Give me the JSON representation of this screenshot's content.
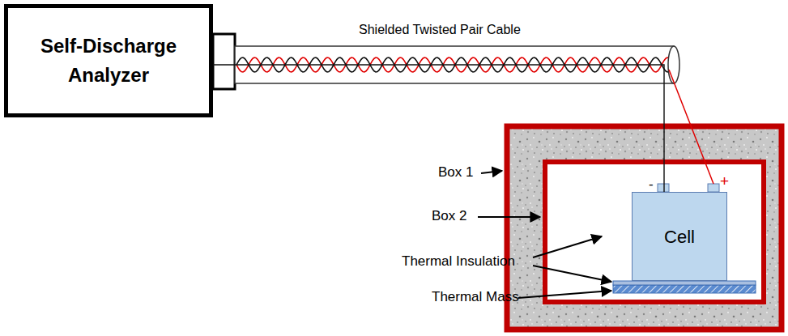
{
  "diagram": {
    "nodes": [
      {
        "text": [
          "Self-Discharge Analyzer"
        ]
      },
      {
        "text": [
          "Cell"
        ]
      }
    ],
    "edges": [
      {
        "from": 0,
        "to": 1,
        "arrow": "none",
        "label": "Shielded Twisted Pair Cable"
      }
    ],
    "labels": [
      "Box 1",
      "Box 2",
      "Thermal Insulation",
      "Thermal Mass",
      "-",
      "+"
    ]
  }
}
